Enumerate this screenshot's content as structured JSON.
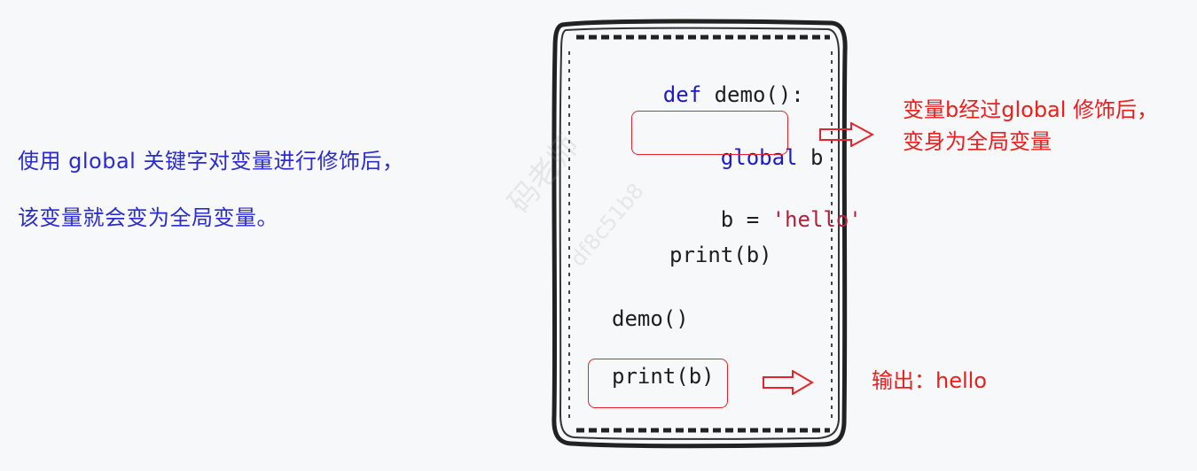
{
  "intro": {
    "line1": "使用 global 关键字对变量进行修饰后，",
    "line2": "该变量就会变为全局变量。"
  },
  "code": {
    "line1_kw": "def",
    "line1_rest": " demo():",
    "line2_kw": "global",
    "line2_rest": " b",
    "line3_pre": "b = ",
    "line3_str": "'hello'",
    "line4": "print(b)",
    "line5": "demo()",
    "line6": "print(b)"
  },
  "notes": {
    "global_note_line1": "变量b经过global 修饰后，",
    "global_note_line2": "变身为全局变量",
    "output_note": "输出：hello"
  },
  "watermark": {
    "text1": "码老师",
    "text2": "df8c51b8"
  },
  "colors": {
    "intro_text": "#2b2bd6",
    "keyword": "#1a1acc",
    "string": "#b3203a",
    "highlight": "#e8232b",
    "note_text": "#f01d1d"
  }
}
